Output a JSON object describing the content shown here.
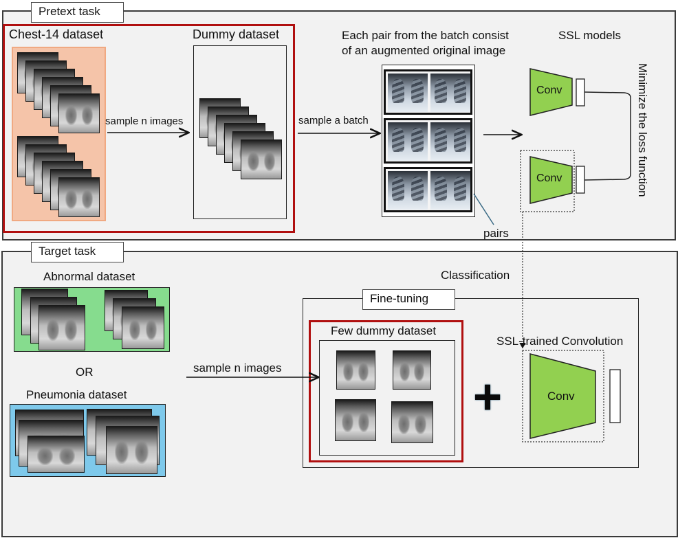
{
  "pretext": {
    "title": "Pretext task",
    "chest14_label": "Chest-14 dataset",
    "dummy_label": "Dummy dataset",
    "sample_n_label": "sample n images",
    "sample_batch_label": "sample a batch",
    "batch_caption_line1": "Each pair from the batch consist",
    "batch_caption_line2": "of  an augmented original image",
    "ssl_models_label": "SSL models",
    "conv_label_top": "Conv",
    "conv_label_bottom": "Conv",
    "loss_label": "Minimize the loss function",
    "pairs_label": "pairs"
  },
  "target": {
    "title": "Target task",
    "abnormal_label": "Abnormal dataset",
    "or_label": "OR",
    "pneumonia_label": "Pneumonia dataset",
    "sample_n_label": "sample n images",
    "classification_label": "Classification",
    "finetuning_title": "Fine-tuning",
    "few_dummy_label": "Few dummy dataset",
    "plus_symbol": "+",
    "ssl_conv_label": "SSL-trained Convolution",
    "conv_label": "Conv"
  },
  "colors": {
    "panel_bg": "#f2f2f2",
    "highlight_red": "#b00f0f",
    "chest14_fill": "#f5c4a9",
    "abnormal_fill": "#86dc8e",
    "pneumonia_fill": "#7ec9eb",
    "conv_green": "#92d050",
    "pointer_blue": "#3a6a85"
  }
}
